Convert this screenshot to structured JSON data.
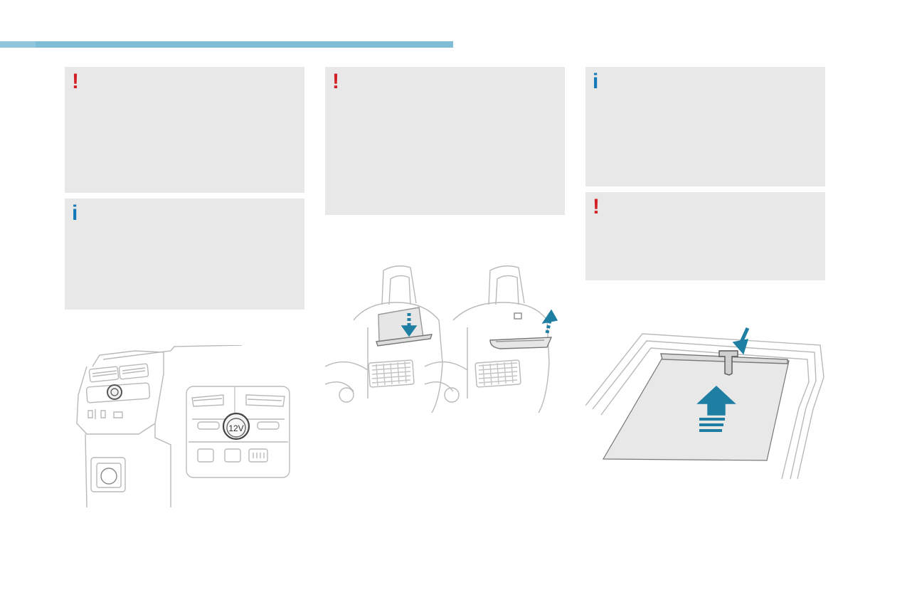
{
  "colors": {
    "header_bar": "#7fbcd6",
    "note_background": "#e8e8e8",
    "warning_red": "#d31f26",
    "info_blue": "#1478b8",
    "arrow_teal": "#1e7fa3"
  },
  "notes": [
    {
      "icon": "warning-icon",
      "glyph": "!"
    },
    {
      "icon": "info-icon",
      "glyph": "i"
    },
    {
      "icon": "warning-icon",
      "glyph": "!"
    },
    {
      "icon": "info-icon",
      "glyph": "i"
    },
    {
      "icon": "warning-icon",
      "glyph": "!"
    }
  ],
  "illustrations": {
    "socket": {
      "label": "12V"
    }
  }
}
